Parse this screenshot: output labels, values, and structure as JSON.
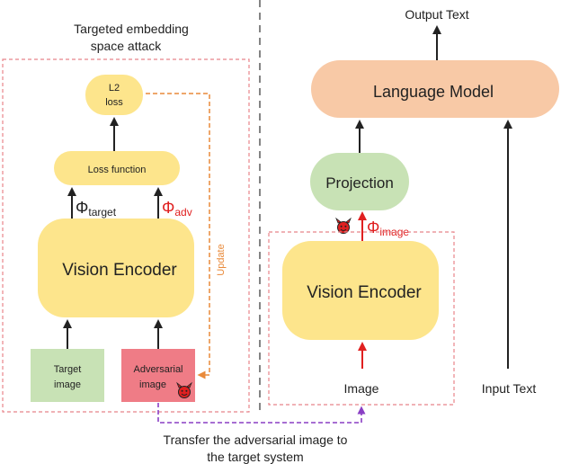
{
  "left": {
    "title_line1": "Targeted embedding",
    "title_line2": "space attack",
    "l2_line1": "L2",
    "l2_line2": "loss",
    "loss_function": "Loss function",
    "phi_target": "Φ",
    "phi_target_sub": "target",
    "phi_adv": "Φ",
    "phi_adv_sub": "adv",
    "vision_encoder": "Vision Encoder",
    "update": "Update",
    "target_line1": "Target",
    "target_line2": "image",
    "adv_line1": "Adversarial",
    "adv_line2": "image"
  },
  "right": {
    "output_text": "Output Text",
    "language_model": "Language Model",
    "projection": "Projection",
    "phi_image": "Φ",
    "phi_image_sub": "image",
    "vision_encoder": "Vision Encoder",
    "image": "Image",
    "input_text": "Input Text"
  },
  "bottom": {
    "transfer_line1": "Transfer the adversarial image to",
    "transfer_line2": "the target system"
  },
  "colors": {
    "yellow": "#fde58c",
    "orange_box": "#f8c9a6",
    "green": "#c8e2b5",
    "red_box": "#ef7c86",
    "dashed_red": "#e8848a",
    "orange_arrow": "#e98a3a",
    "purple": "#8a3fc4",
    "red": "#e02020",
    "dark": "#222222"
  }
}
